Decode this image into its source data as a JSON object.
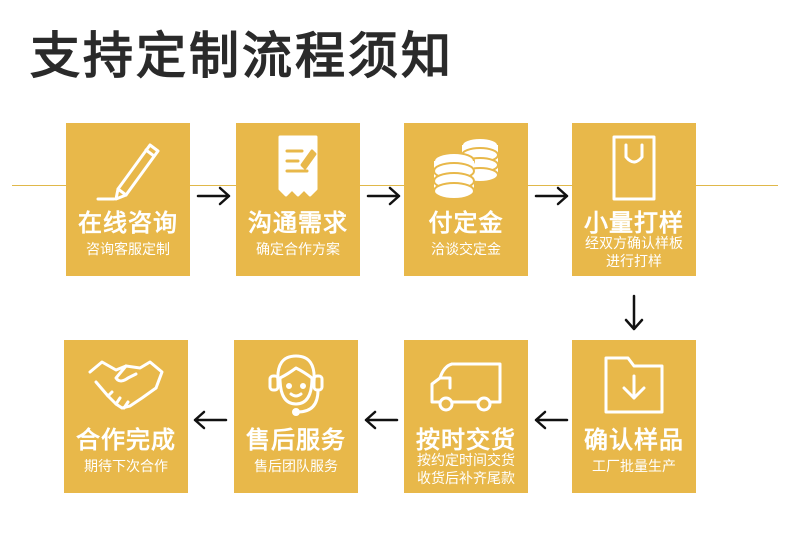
{
  "title": "支持定制流程须知",
  "colors": {
    "card": "#e8b84a",
    "line": "#e0b84a",
    "text": "#ffffff",
    "arrow": "#111111"
  },
  "steps": [
    {
      "label": "在线咨询",
      "sub1": "咨询客服定制",
      "sub2": "",
      "icon": "pencil-icon"
    },
    {
      "label": "沟通需求",
      "sub1": "确定合作方案",
      "sub2": "",
      "icon": "receipt-edit-icon"
    },
    {
      "label": "付定金",
      "sub1": "洽谈交定金",
      "sub2": "",
      "icon": "coins-icon"
    },
    {
      "label": "小量打样",
      "sub1": "经双方确认样板",
      "sub2": "进行打样",
      "icon": "shopping-bag-icon"
    },
    {
      "label": "确认样品",
      "sub1": "工厂批量生产",
      "sub2": "",
      "icon": "folder-download-icon"
    },
    {
      "label": "按时交货",
      "sub1": "按约定时间交货",
      "sub2": "收货后补齐尾款",
      "icon": "truck-icon"
    },
    {
      "label": "售后服务",
      "sub1": "售后团队服务",
      "sub2": "",
      "icon": "headset-agent-icon"
    },
    {
      "label": "合作完成",
      "sub1": "期待下次合作",
      "sub2": "",
      "icon": "handshake-icon"
    }
  ]
}
